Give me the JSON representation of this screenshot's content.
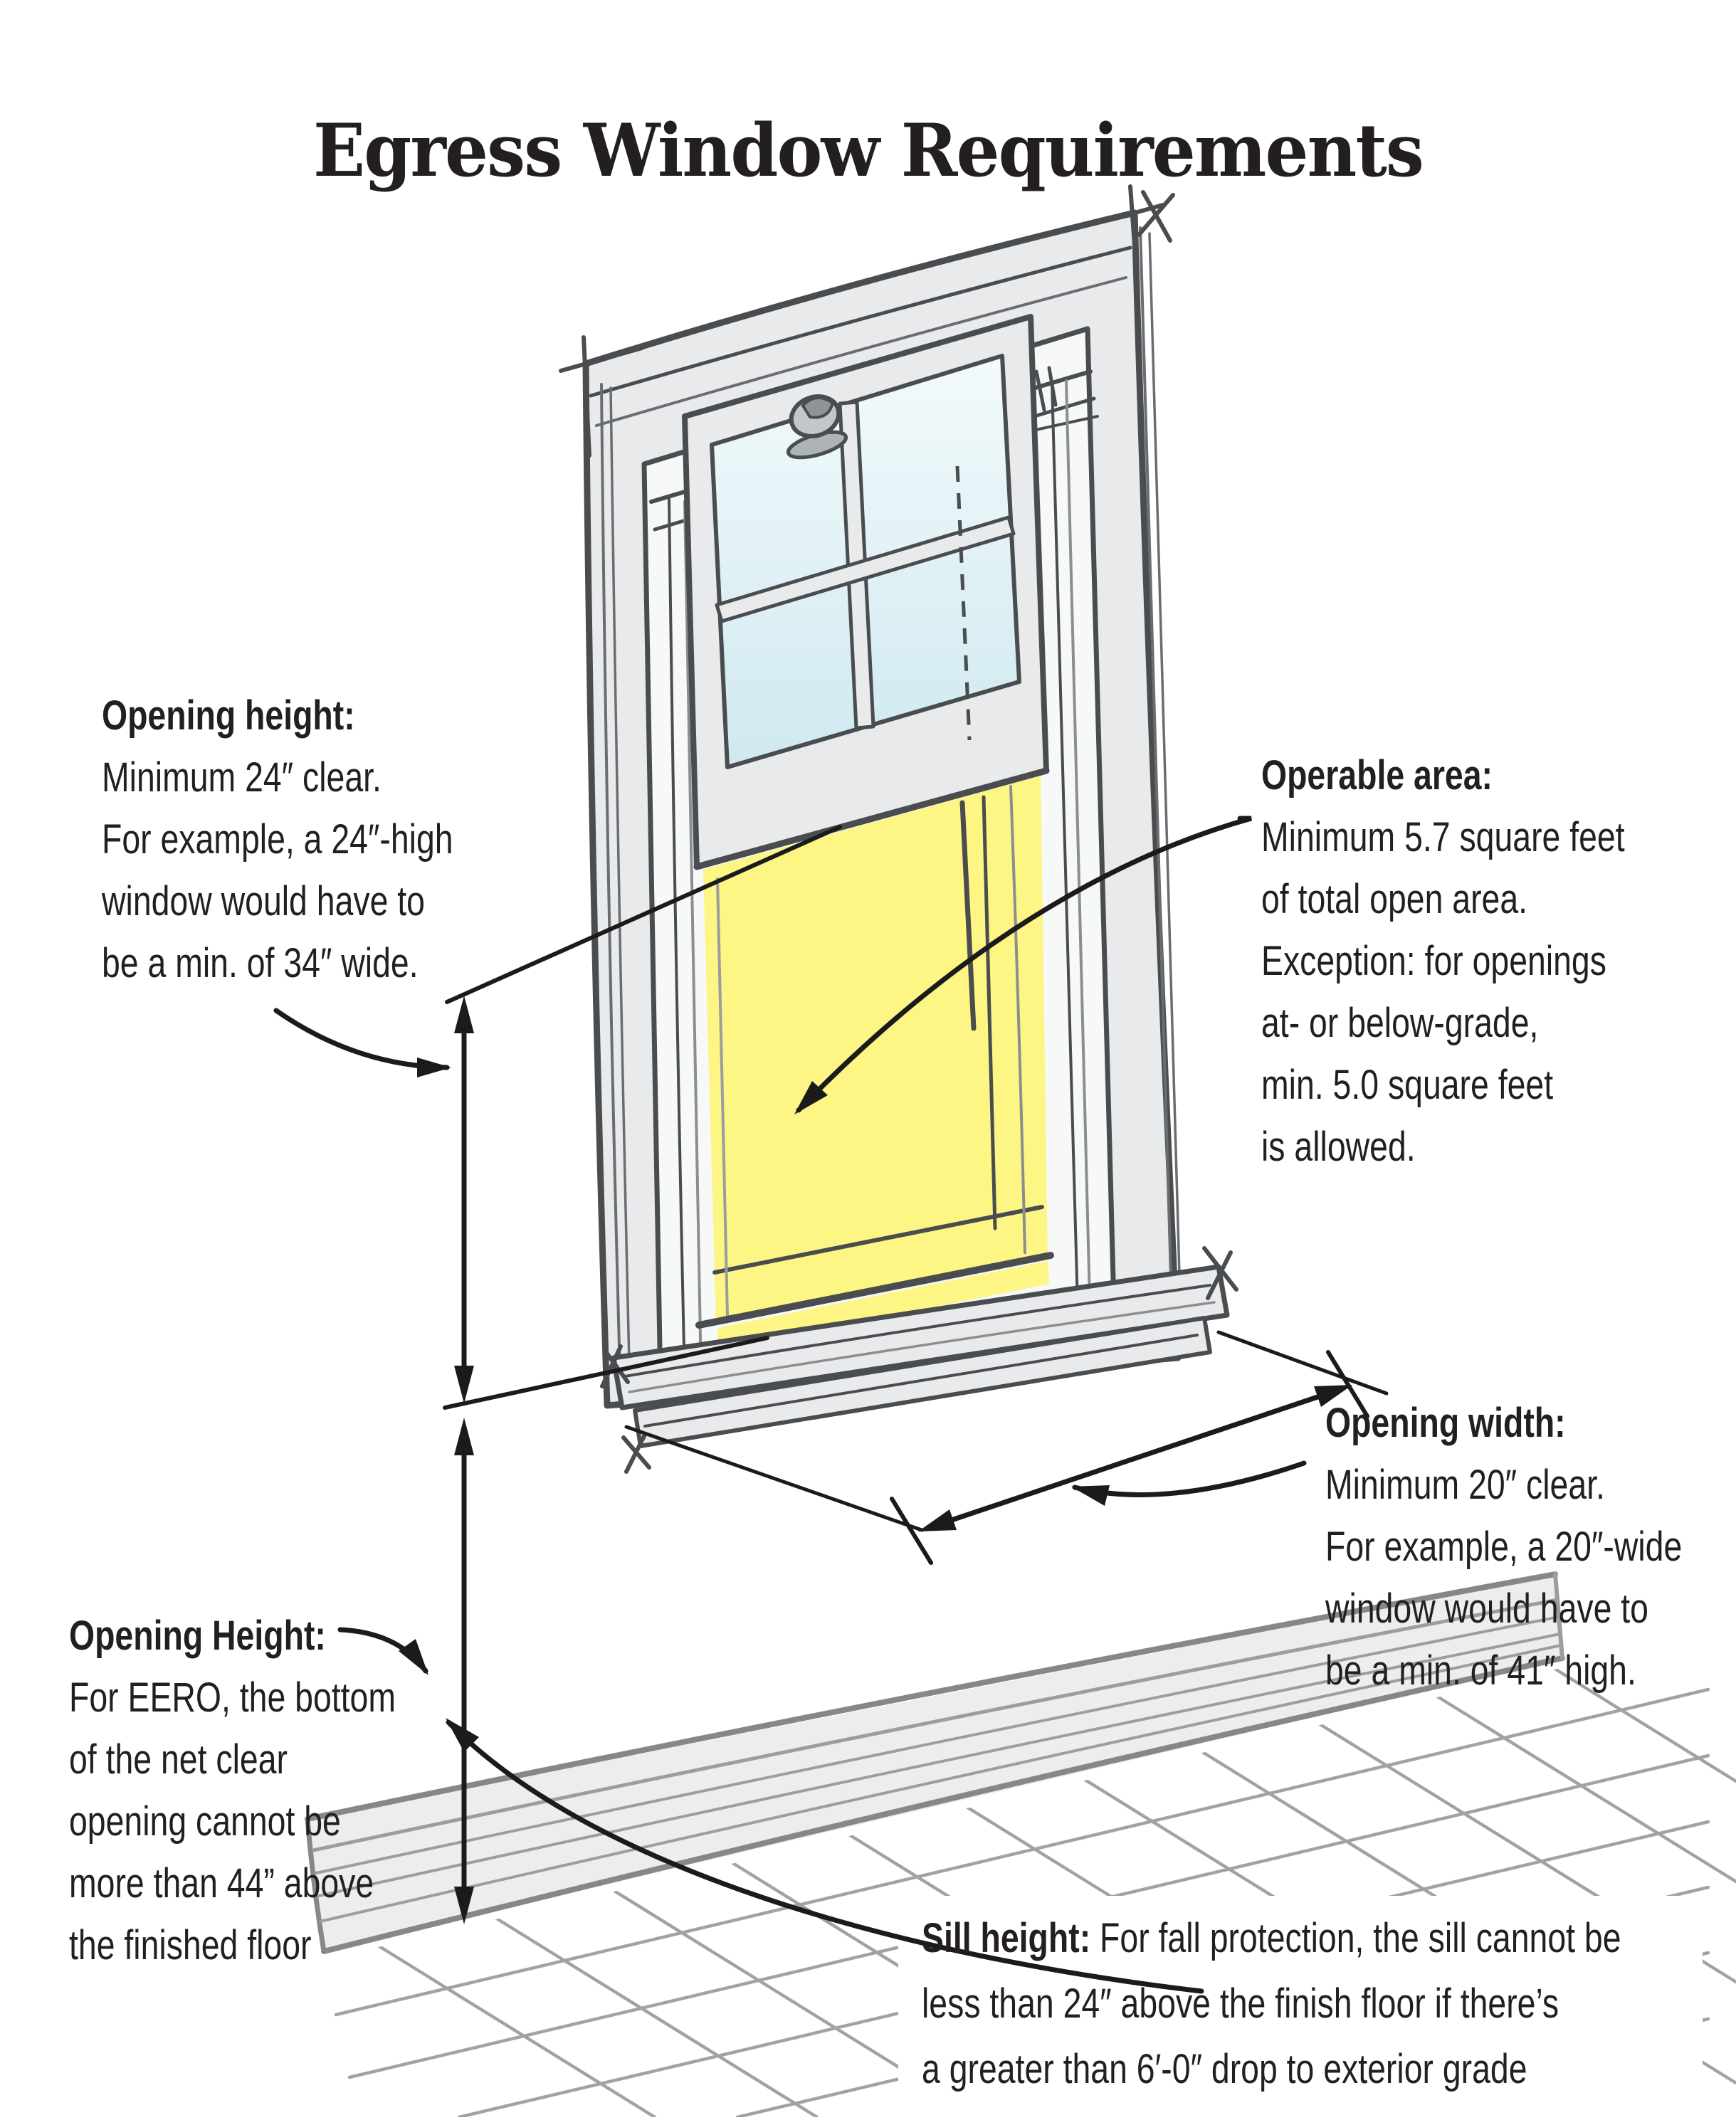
{
  "title": "Egress Window Requirements",
  "annotations": {
    "opening_height_top": {
      "heading": "Opening height:",
      "lines": [
        "Minimum 24″ clear.",
        "For example, a 24″-high",
        "window would have to",
        "be a min. of 34″ wide."
      ]
    },
    "operable_area": {
      "heading": "Operable area:",
      "lines": [
        "Minimum 5.7 square feet",
        "of total open area.",
        "Exception: for openings",
        "at- or below-grade,",
        "min. 5.0 square feet",
        "is allowed."
      ]
    },
    "opening_width": {
      "heading": "Opening width:",
      "lines": [
        "Minimum 20″ clear.",
        "For example, a  20″-wide",
        "window would have to",
        "be a min. of 41″ high."
      ]
    },
    "opening_height_bottom": {
      "heading": "Opening Height:",
      "lines": [
        "For EERO, the bottom",
        "of the net clear",
        "opening cannot be",
        "more than 44” above",
        "the finished floor"
      ]
    },
    "sill_height": {
      "heading": "Sill height:",
      "lines": [
        " For fall protection, the sill cannot be",
        "less than 24″ above the finish floor if there’s",
        "a greater than 6′-0″ drop to exterior grade"
      ]
    }
  },
  "icons": {
    "sash_lock": "window sash latch drawn as gray blob on top rail"
  },
  "colors": {
    "background": "#ffffff",
    "text": "#231f20",
    "highlight_yellow": "#fdf584",
    "glass_blue_top": "#f3fafb",
    "glass_blue_bottom": "#cfe9f0",
    "frame_fill": "#e9eaec",
    "line_dark": "#4a4d50",
    "line_black": "#1b1b1b",
    "line_gray": "#9a9da0"
  }
}
